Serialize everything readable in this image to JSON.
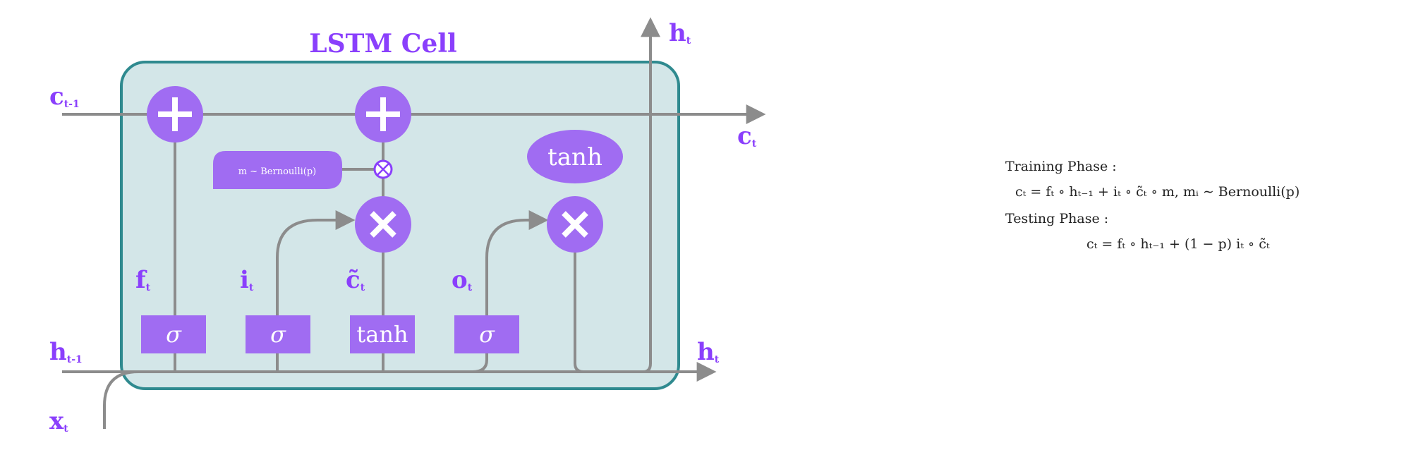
{
  "diagram": {
    "title": "LSTM Cell",
    "inputs": {
      "c_prev": {
        "main": "c",
        "sub": "t-1"
      },
      "h_prev": {
        "main": "h",
        "sub": "t-1"
      },
      "x": {
        "main": "x",
        "sub": "t"
      }
    },
    "outputs": {
      "c": {
        "main": "c",
        "sub": "t"
      },
      "h_top": {
        "main": "h",
        "sub": "t"
      },
      "h_right": {
        "main": "h",
        "sub": "t"
      }
    },
    "gate_labels": {
      "f": {
        "main": "f",
        "sub": "t"
      },
      "i": {
        "main": "i",
        "sub": "t"
      },
      "c_tilde": {
        "main": "c̃",
        "sub": "t"
      },
      "o": {
        "main": "o",
        "sub": "t"
      }
    },
    "activations": {
      "sigma": "σ",
      "tanh": "tanh",
      "tanh_output": "tanh"
    },
    "dropout_mask": "m ~ Bernoulli(p)",
    "ops": {
      "add": "+",
      "mult": "×",
      "mask": "⊗"
    },
    "colors": {
      "accent": "#8a3ffc",
      "cell_fill": "#d3e6e8",
      "cell_border": "#2f8a8f",
      "line": "#8c8c8c"
    }
  },
  "equations": {
    "training_label": "Training Phase :",
    "testing_label": "Testing Phase :",
    "training_eq": "cₜ = fₜ ∘ hₜ₋₁ + iₜ ∘ c̃ₜ ∘ m,   mᵢ ∼ Bernoulli(p)",
    "testing_eq": "cₜ = fₜ ∘ hₜ₋₁ + (1 − p) iₜ ∘ c̃ₜ"
  }
}
